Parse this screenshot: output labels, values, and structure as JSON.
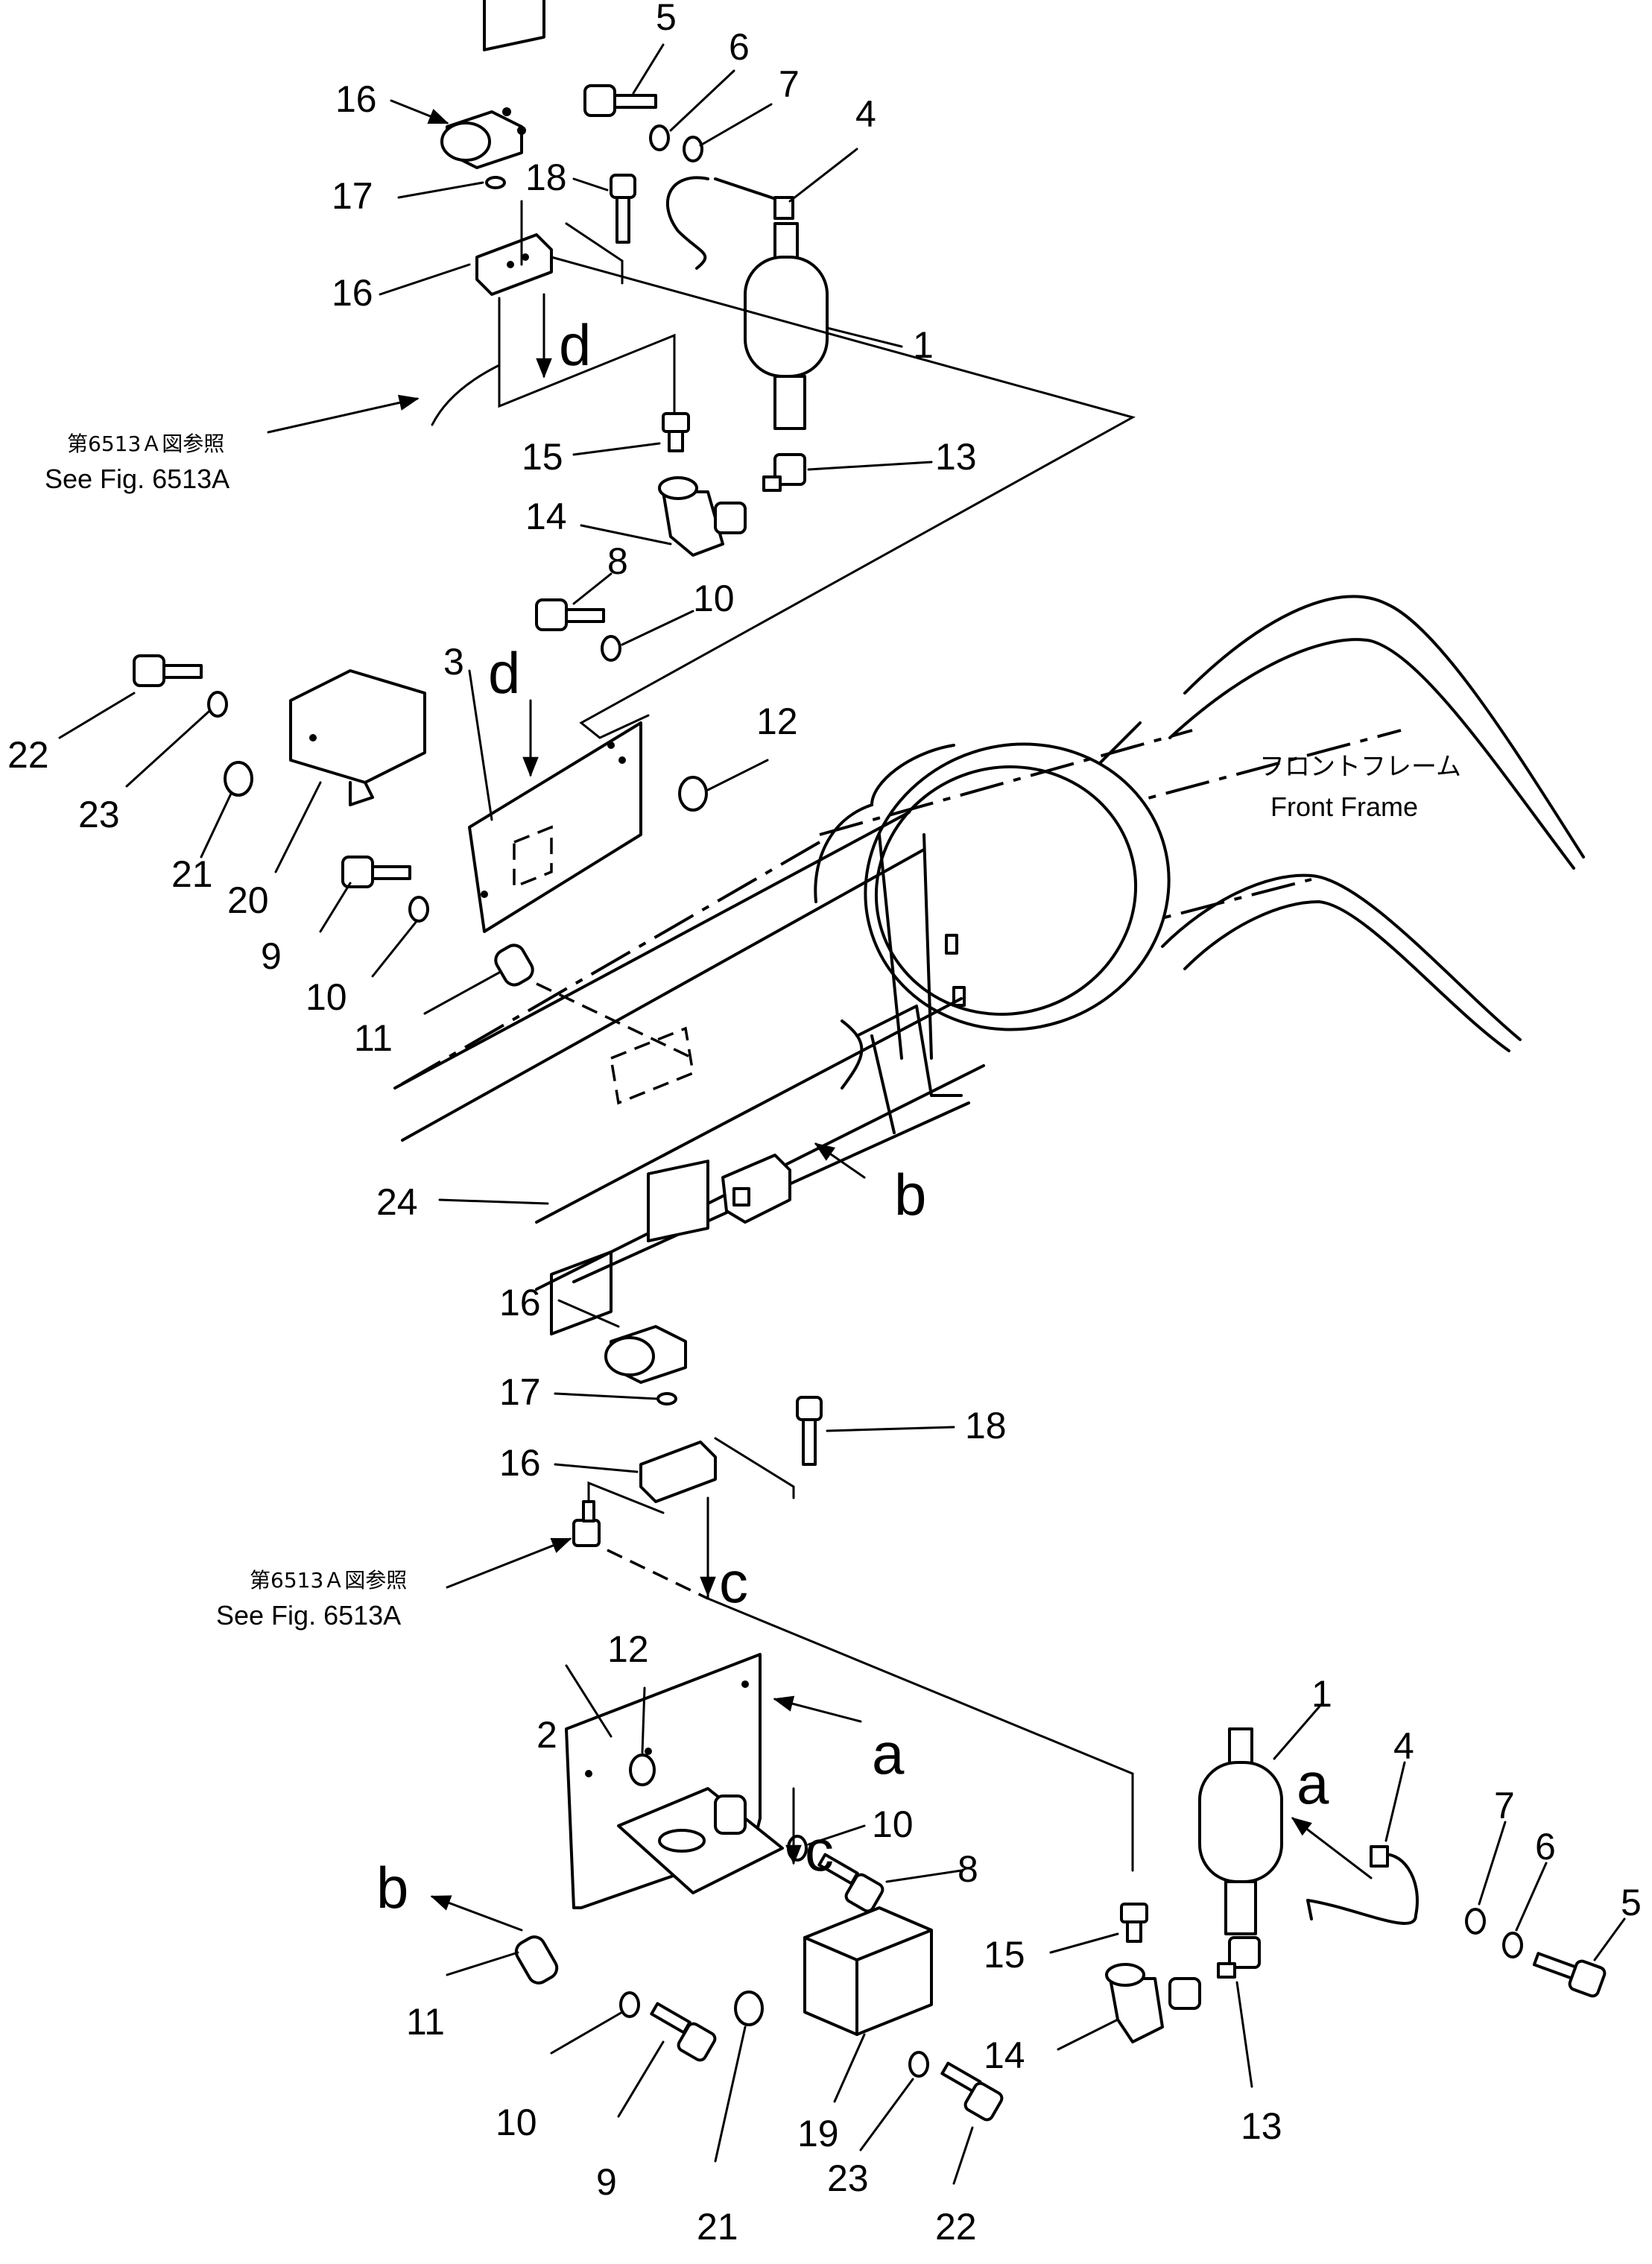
{
  "figure": {
    "reference_ja": "第6513Ａ図参照",
    "reference_en": "See Fig. 6513A",
    "frame_label_ja": "フロントフレーム",
    "frame_label_en": "Front Frame"
  },
  "callouts": {
    "c1a": "1",
    "c1b": "1",
    "c2": "2",
    "c3": "3",
    "c4a": "4",
    "c4b": "4",
    "c5a": "5",
    "c5b": "5",
    "c6a": "6",
    "c6b": "6",
    "c7a": "7",
    "c7b": "7",
    "c8a": "8",
    "c8b": "8",
    "c9a": "9",
    "c9b": "9",
    "c10a": "10",
    "c10b": "10",
    "c10c": "10",
    "c10d": "10",
    "c11a": "11",
    "c11b": "11",
    "c12a": "12",
    "c12b": "12",
    "c13a": "13",
    "c13b": "13",
    "c14a": "14",
    "c14b": "14",
    "c15a": "15",
    "c15b": "15",
    "c16a": "16",
    "c16b": "16",
    "c16c": "16",
    "c16d": "16",
    "c17a": "17",
    "c17b": "17",
    "c18a": "18",
    "c18b": "18",
    "c19": "19",
    "c20": "20",
    "c21a": "21",
    "c21b": "21",
    "c22a": "22",
    "c22b": "22",
    "c23a": "23",
    "c23b": "23",
    "c24": "24"
  },
  "connectors": {
    "a1": "a",
    "a2": "a",
    "b1": "b",
    "b2": "b",
    "c1": "c",
    "c2": "c",
    "d1": "d",
    "d2": "d"
  }
}
